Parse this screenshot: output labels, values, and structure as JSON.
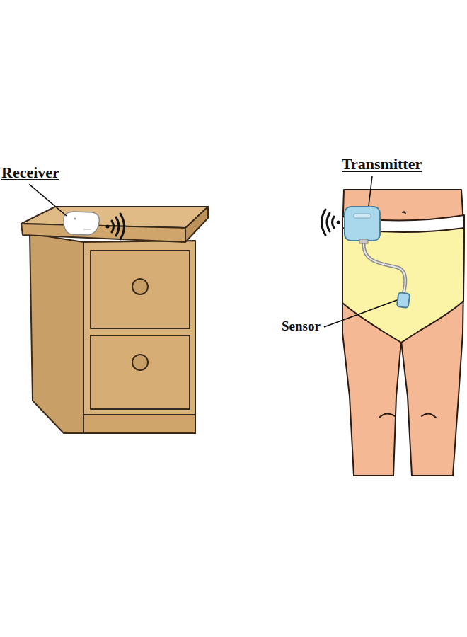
{
  "diagram": {
    "labels": [
      "Receiver",
      "Transmitter",
      "Sensor"
    ]
  }
}
